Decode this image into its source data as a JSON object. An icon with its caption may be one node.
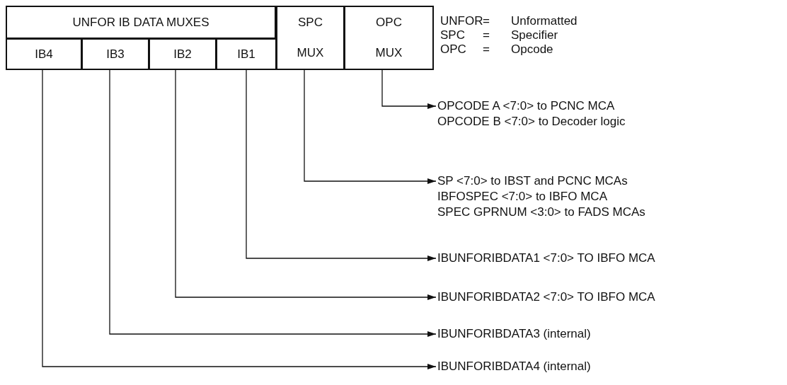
{
  "diagram": {
    "nodes": [
      {
        "text": [
          "UNFOR IB DATA MUXES"
        ]
      },
      {
        "text": [
          "IB4"
        ]
      },
      {
        "text": [
          "IB3"
        ]
      },
      {
        "text": [
          "IB2"
        ]
      },
      {
        "text": [
          "IB1"
        ]
      },
      {
        "text": [
          "SPC",
          "MUX"
        ]
      },
      {
        "text": [
          "OPC",
          "MUX"
        ]
      },
      {
        "text": [
          "OPCODE A <7:0> to PCNC MCA",
          "OPCODE B <7:0> to Decoder logic"
        ]
      },
      {
        "text": [
          "SP <7:0> to IBST and PCNC MCAs",
          "IBFOSPEC <7:0> to IBFO MCA",
          "SPEC GPRNUM <3:0> to FADS MCAs"
        ]
      },
      {
        "text": [
          "IBUNFORIBDATA1 <7:0> TO IBFO MCA"
        ]
      },
      {
        "text": [
          "IBUNFORIBDATA2 <7:0> TO IBFO MCA"
        ]
      },
      {
        "text": [
          "IBUNFORIBDATA3 (internal)"
        ]
      },
      {
        "text": [
          "IBUNFORIBDATA4 (internal)"
        ]
      }
    ],
    "edges": [
      {
        "from": 6,
        "to": 7,
        "arrow": "to"
      },
      {
        "from": 5,
        "to": 8,
        "arrow": "to"
      },
      {
        "from": 4,
        "to": 9,
        "arrow": "to"
      },
      {
        "from": 3,
        "to": 10,
        "arrow": "to"
      },
      {
        "from": 2,
        "to": 11,
        "arrow": "to"
      },
      {
        "from": 1,
        "to": 12,
        "arrow": "to"
      }
    ],
    "labels": [
      "UNFOR",
      "=",
      "Unformatted",
      "SPC",
      "=",
      "Specifier",
      "OPC",
      "=",
      "Opcode"
    ]
  }
}
